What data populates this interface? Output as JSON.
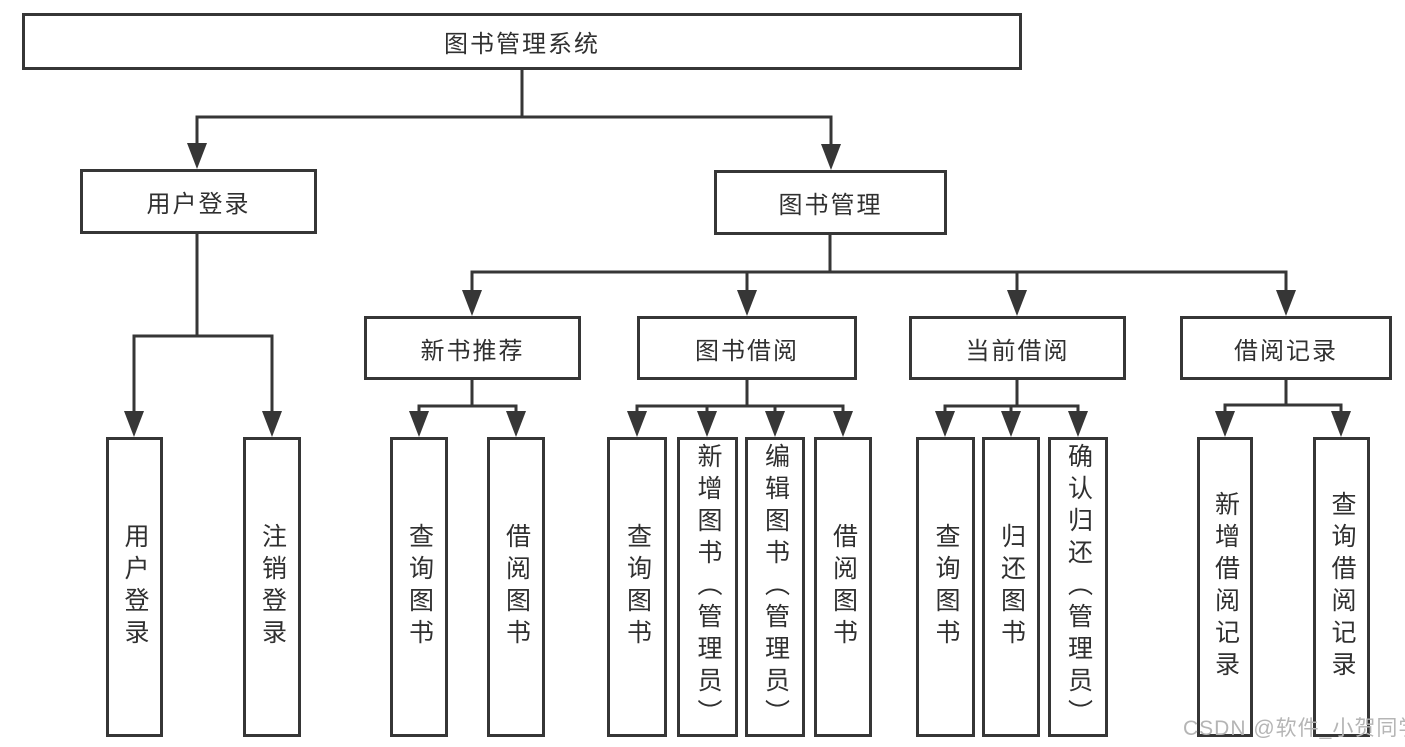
{
  "diagram": {
    "title": "图书管理系统",
    "tree": {
      "root": {
        "label": "图书管理系统"
      },
      "branches": [
        {
          "label": "用户登录",
          "children": [
            {
              "label": "用户登录"
            },
            {
              "label": "注销登录"
            }
          ]
        },
        {
          "label": "图书管理",
          "children": [
            {
              "label": "新书推荐",
              "children": [
                {
                  "label": "查询图书"
                },
                {
                  "label": "借阅图书"
                }
              ]
            },
            {
              "label": "图书借阅",
              "children": [
                {
                  "label": "查询图书"
                },
                {
                  "label": "新增图书（管理员）"
                },
                {
                  "label": "编辑图书（管理员）"
                },
                {
                  "label": "借阅图书"
                }
              ]
            },
            {
              "label": "当前借阅",
              "children": [
                {
                  "label": "查询图书"
                },
                {
                  "label": "归还图书"
                },
                {
                  "label": "确认归还（管理员）"
                }
              ]
            },
            {
              "label": "借阅记录",
              "children": [
                {
                  "label": "新增借阅记录"
                },
                {
                  "label": "查询借阅记录"
                }
              ]
            }
          ]
        }
      ]
    },
    "colors": {
      "line": "#363636",
      "text": "#303030",
      "background": "#ffffff",
      "watermark": "#b5b5b5"
    }
  },
  "watermark": {
    "text": "CSDN @软件_小贺同学"
  }
}
